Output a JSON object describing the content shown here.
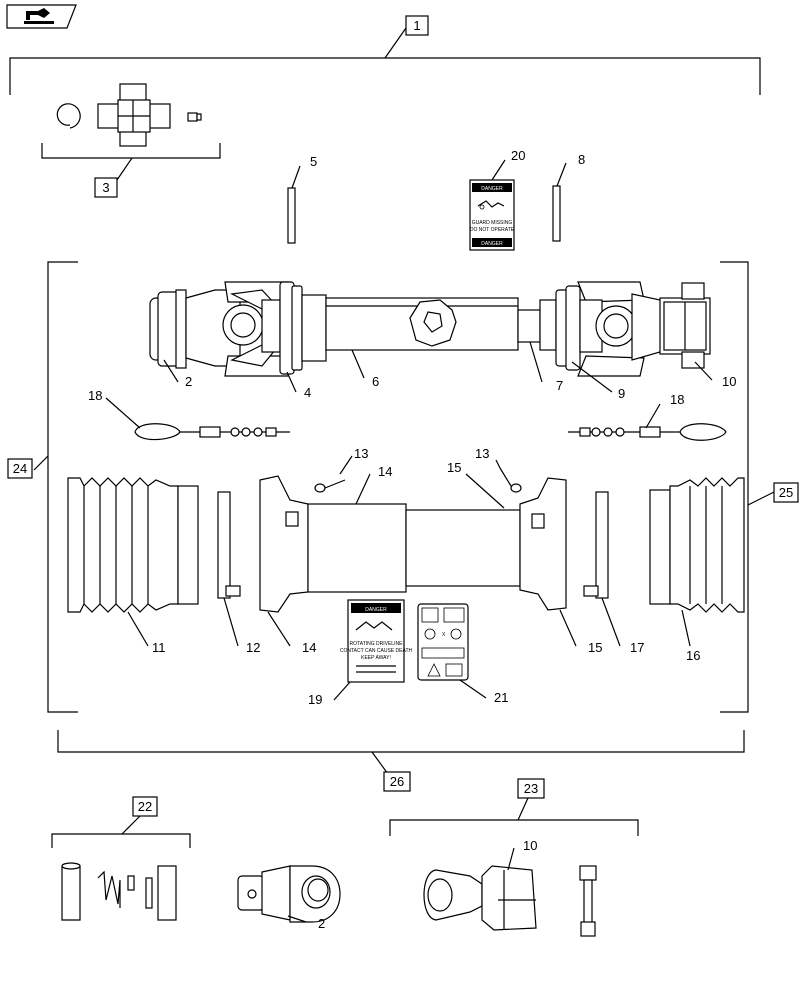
{
  "callouts": {
    "c1": "1",
    "c2a": "2",
    "c2b": "2",
    "c3": "3",
    "c4": "4",
    "c5": "5",
    "c6": "6",
    "c7": "7",
    "c8": "8",
    "c9": "9",
    "c10a": "10",
    "c10b": "10",
    "c11": "11",
    "c12": "12",
    "c13a": "13",
    "c13b": "13",
    "c14a": "14",
    "c14b": "14",
    "c15a": "15",
    "c15b": "15",
    "c16": "16",
    "c17": "17",
    "c18a": "18",
    "c18b": "18",
    "c19": "19",
    "c20": "20",
    "c21": "21",
    "c22": "22",
    "c23": "23",
    "c24": "24",
    "c25": "25",
    "c26": "26"
  },
  "decals": {
    "danger": "DANGER",
    "guard_missing": "GUARD MISSING",
    "do_not_operate": "DO NOT OPERATE",
    "rotating_driveline": "ROTATING DRIVELINE",
    "contact_can_cause_death": "CONTACT CAN CAUSE DEATH",
    "keep_away": "KEEP AWAY!"
  }
}
